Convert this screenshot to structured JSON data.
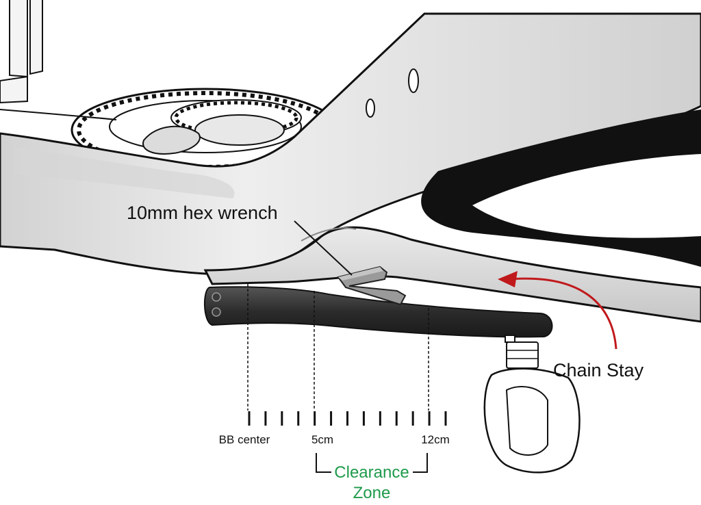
{
  "labels": {
    "wrench": "10mm hex wrench",
    "chain_stay": "Chain Stay",
    "bb_center": "BB center",
    "mark_5": "5cm",
    "mark_12": "12cm",
    "clearance_line1": "Clearance",
    "clearance_line2": "Zone"
  },
  "scale": {
    "tick_count": 13
  },
  "colors": {
    "arrow": "#c0191c",
    "clearance_text": "#1e9a4a",
    "crank_arm": "#2b2b2b",
    "frame_fill": "#e3e3e3",
    "wrench": "#9a9a9a"
  },
  "icons": [
    "chainring-icon",
    "crank-arm-icon",
    "pedal-icon",
    "hex-wrench-icon",
    "curved-arrow-icon"
  ]
}
